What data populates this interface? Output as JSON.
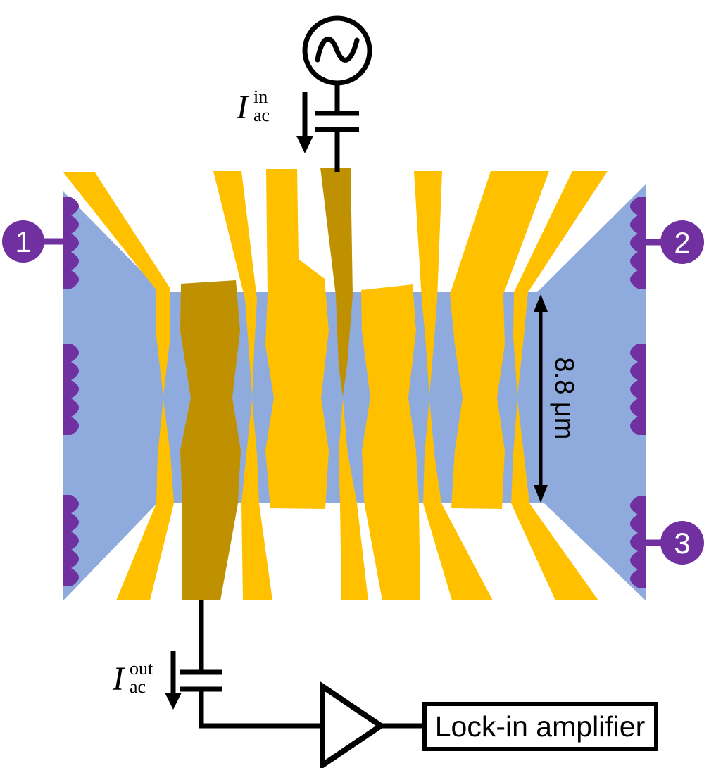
{
  "figure": {
    "type": "experimental-setup-diagram",
    "colors": {
      "gate_gold": "#FFC000",
      "signal_gate_olive": "#BF9000",
      "mesa_blue": "#8FAADC",
      "contact_purple": "#7030A0",
      "wire_black": "#000000",
      "background": "#FFFFFF"
    },
    "contacts": [
      {
        "label": "1"
      },
      {
        "label": "2"
      },
      {
        "label": "3"
      }
    ],
    "annotations": {
      "input_current": {
        "symbol": "I",
        "sub": "ac",
        "sup": "in"
      },
      "output_current": {
        "symbol": "I",
        "sub": "ac",
        "sup": "out"
      },
      "scale": "8.8 μm",
      "lockin_amplifier": "Lock-in amplifier"
    },
    "icons": {
      "ac_source": "sine-in-circle",
      "capacitor_in": "two-plate-capacitor",
      "capacitor_out": "two-plate-capacitor",
      "amplifier": "triangle-amplifier",
      "scale_arrow": "double-headed-arrow"
    }
  }
}
